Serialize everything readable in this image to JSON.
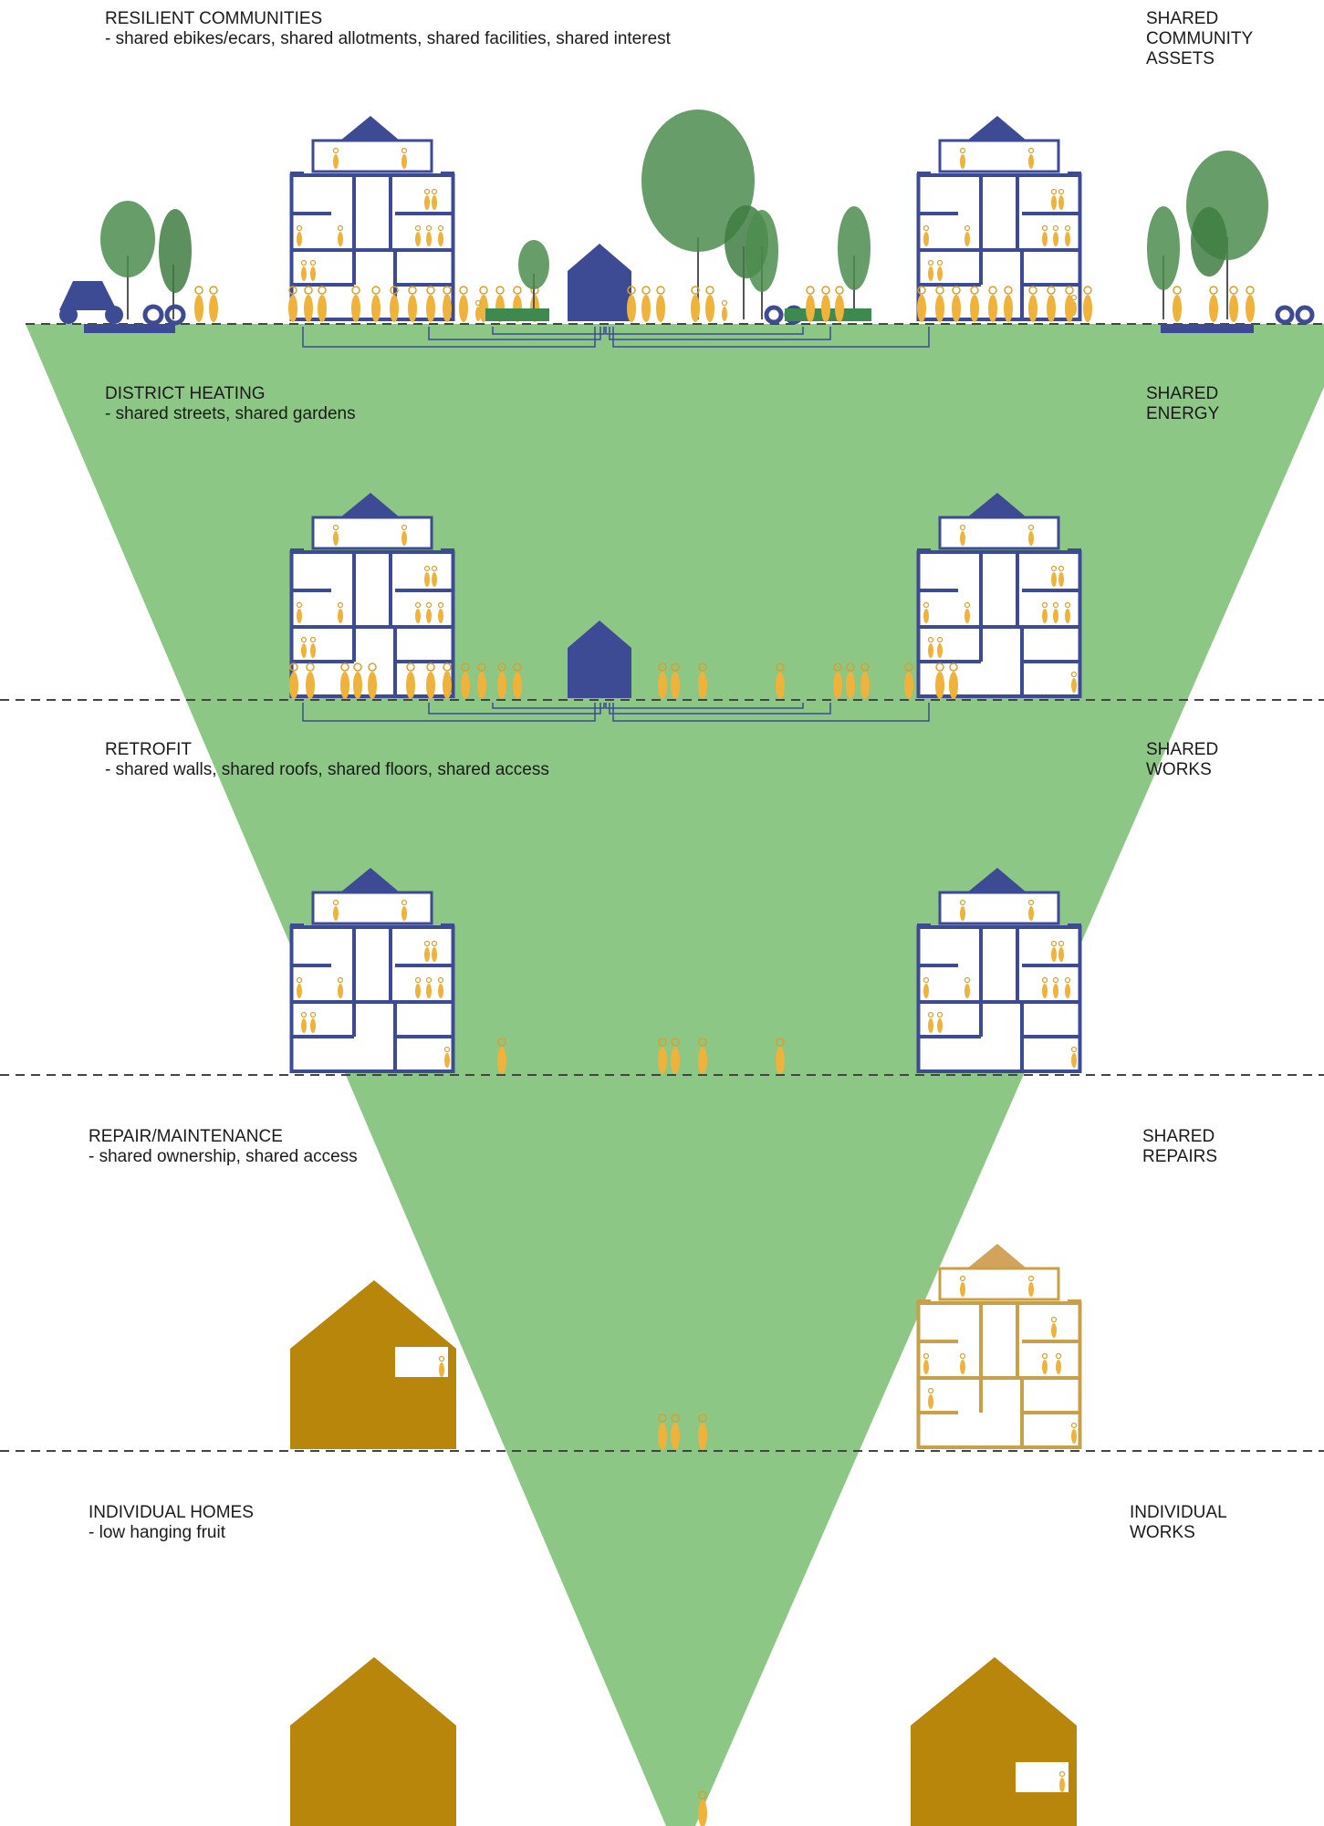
{
  "colors": {
    "funnel": "#8cc785",
    "building_blue": "#3d4a94",
    "building_brown": "#b8860b",
    "brown_outline": "#c9a04a",
    "person": "#efb23a",
    "tree": "#4c8c4f",
    "dash": "#444444"
  },
  "levels": [
    {
      "title": "RESILIENT COMMUNITIES",
      "subtitle": "- shared ebikes/ecars, shared allotments, shared facilities, shared interest",
      "right_lines": [
        "SHARED",
        "COMMUNITY",
        "ASSETS"
      ]
    },
    {
      "title": "DISTRICT HEATING",
      "subtitle": "- shared streets, shared gardens",
      "right_lines": [
        "SHARED",
        "ENERGY"
      ]
    },
    {
      "title": "RETROFIT",
      "subtitle": "- shared walls, shared roofs, shared floors, shared access",
      "right_lines": [
        "SHARED",
        "WORKS"
      ]
    },
    {
      "title": "REPAIR/MAINTENANCE",
      "subtitle": "- shared ownership, shared access",
      "right_lines": [
        "SHARED",
        "REPAIRS"
      ]
    },
    {
      "title": "INDIVIDUAL HOMES",
      "subtitle": "- low hanging fruit",
      "right_lines": [
        "INDIVIDUAL",
        "WORKS"
      ]
    }
  ]
}
